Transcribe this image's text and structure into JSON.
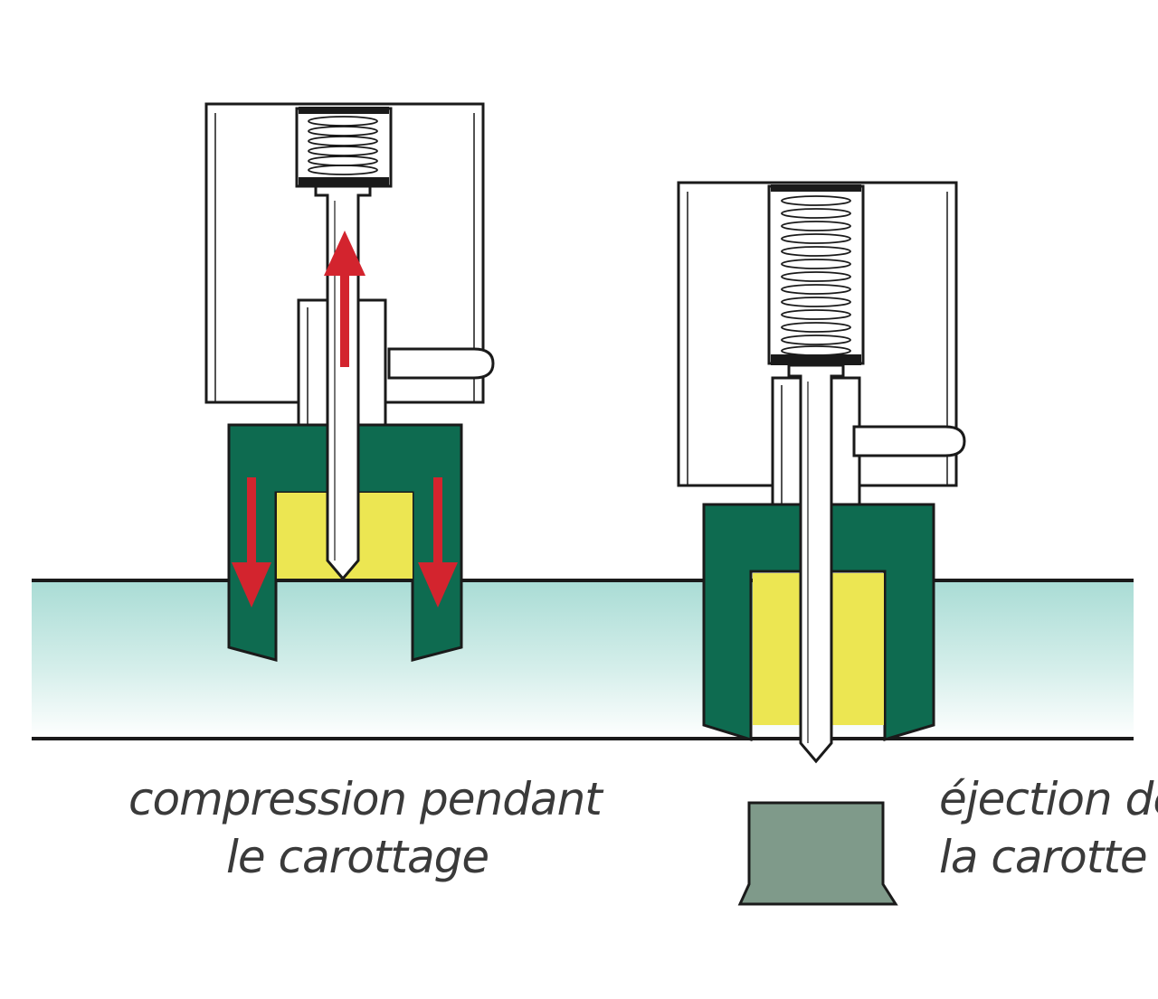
{
  "labels": {
    "left_line1": "compression pendant",
    "left_line2": "le carottage",
    "right_line1": "éjection de",
    "right_line2": "la carotte"
  },
  "colors": {
    "tube_green": "#0e6b50",
    "core_yellow": "#ece652",
    "plate_teal": "#a9dcd5",
    "ejected_core": "#7f9a8a",
    "arrow_red": "#d3242e",
    "outline": "#1a1a1a"
  }
}
